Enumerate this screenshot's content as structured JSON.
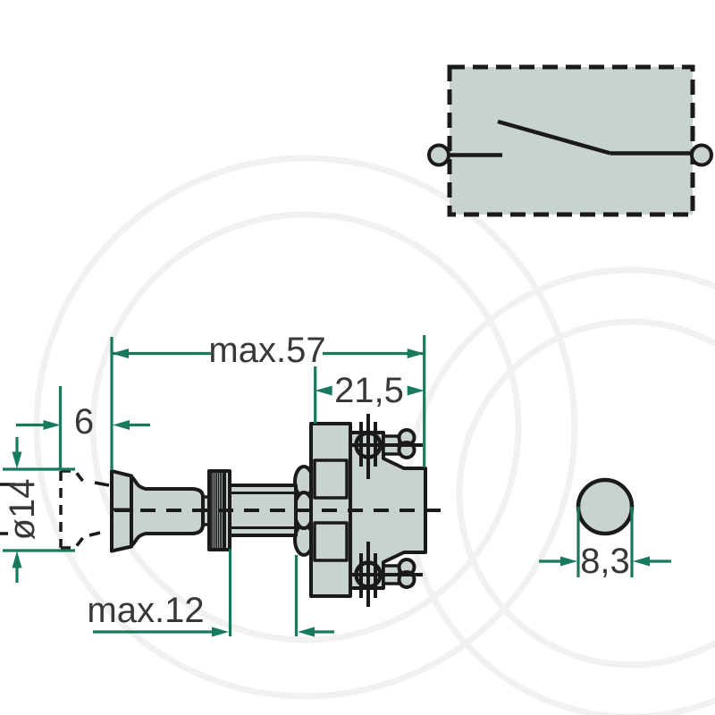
{
  "diagram": {
    "title_semantic": "pull-switch technical drawing with dimensions and circuit symbol",
    "dimensions": {
      "overall_length": "max.57",
      "body_length": "21,5",
      "flange_offset": "6",
      "knob_diameter": "ø14",
      "stroke_travel": "max.12",
      "hole_diameter": "8,3"
    },
    "colors": {
      "dimension_green": "#17795d",
      "outline_black": "#1a1a1a",
      "part_fill": "#c9d3cd",
      "label_text": "#383838",
      "watermark": "#eff2f0"
    },
    "icons": {
      "circuit_symbol": "single-pole-switch-open",
      "terminals": "circle-terminals"
    }
  }
}
